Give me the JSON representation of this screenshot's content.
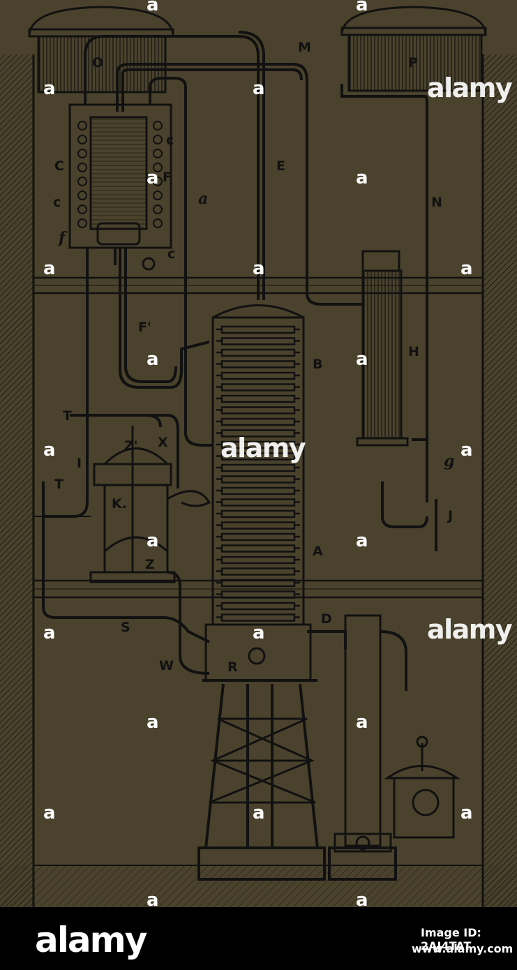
{
  "diagram": {
    "labels": {
      "O": "O",
      "P": "P",
      "M": "M",
      "E": "E",
      "N": "N",
      "C_left": "C",
      "c_upper": "c",
      "c_left": "c",
      "c_lower": "c",
      "F": "F",
      "f": "f",
      "a": "a",
      "F_prime": "F'",
      "B": "B",
      "H": "H",
      "g": "g",
      "J": "J",
      "T_upper": "T",
      "T_lower": "T",
      "I": "I",
      "Z_prime": "Z'",
      "X": "X",
      "K": "K.",
      "Z": "Z",
      "A": "A",
      "D": "D",
      "S": "S",
      "W": "W",
      "R": "R"
    }
  },
  "watermarks": {
    "brand": "alamy",
    "marker": "a"
  },
  "footer": {
    "logo": "alamy",
    "image_id": "Image ID: 2AJ4TAT",
    "url": "www.alamy.com"
  },
  "colors": {
    "background": "#4a422c",
    "ink": "#111111",
    "footer": "#000000",
    "watermark": "#ffffff"
  }
}
